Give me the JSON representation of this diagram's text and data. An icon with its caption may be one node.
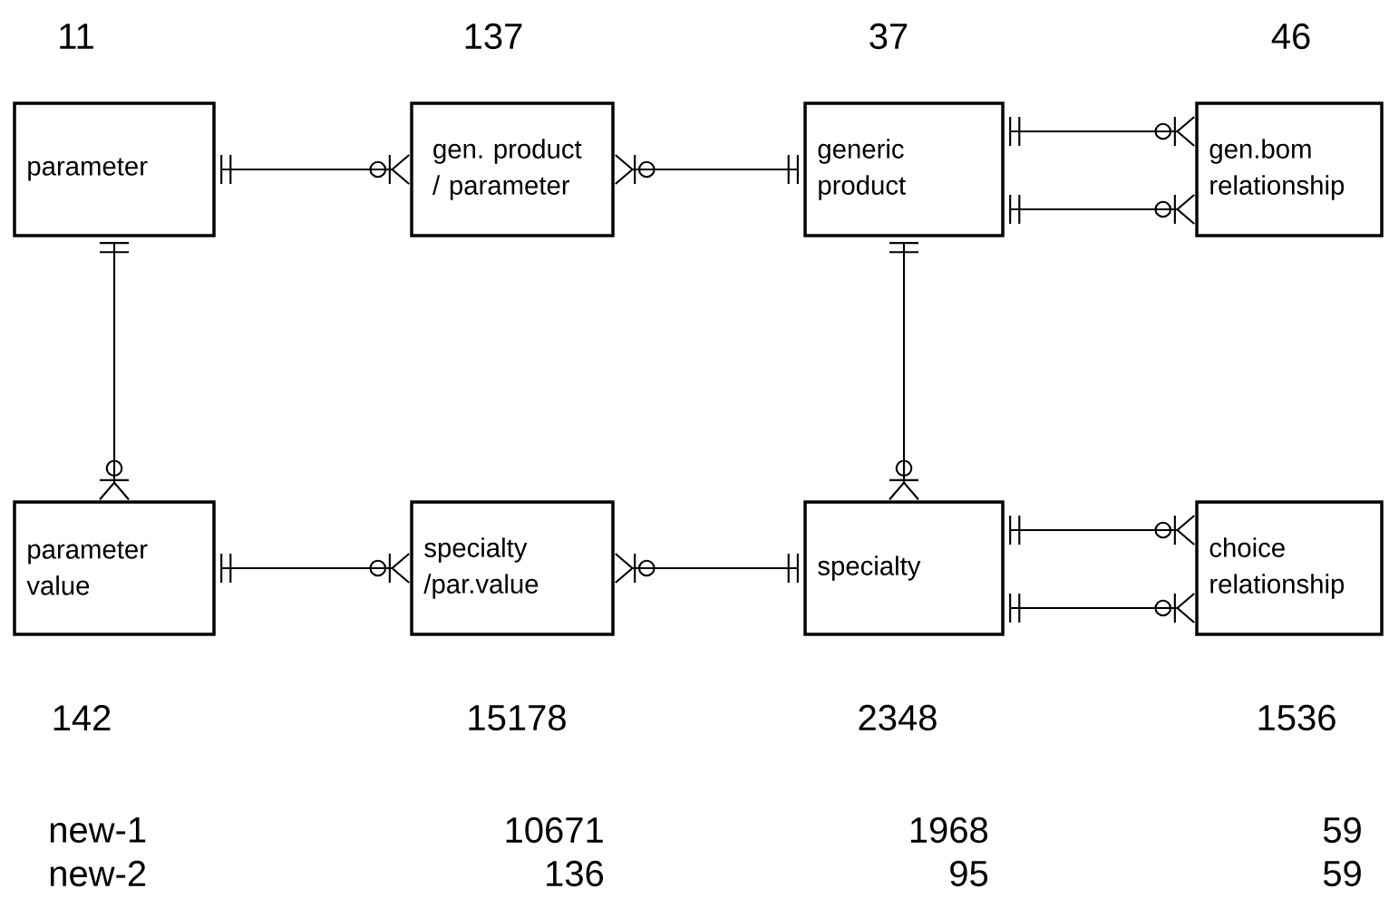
{
  "diagram": {
    "nodes": [
      {
        "text": [
          "parameter"
        ],
        "beside": [
          "11"
        ]
      },
      {
        "text": [
          "gen. product / parameter"
        ],
        "beside": [
          "137"
        ]
      },
      {
        "text": [
          "generic product"
        ],
        "beside": [
          "37"
        ]
      },
      {
        "text": [
          "gen.bom relationship"
        ],
        "beside": [
          "46"
        ]
      },
      {
        "text": [
          "parameter value"
        ],
        "beside": [
          "142"
        ]
      },
      {
        "text": [
          "specialty /par.value"
        ],
        "beside": [
          "15178"
        ]
      },
      {
        "text": [
          "specialty"
        ],
        "beside": [
          "2348"
        ]
      },
      {
        "text": [
          "choice relationship"
        ],
        "beside": [
          "1536"
        ]
      }
    ],
    "edges": [
      {
        "from": 0,
        "to": 1,
        "arrow": "other"
      },
      {
        "from": 2,
        "to": 1,
        "arrow": "other"
      },
      {
        "from": 0,
        "to": 4,
        "arrow": "other"
      },
      {
        "from": 2,
        "to": 6,
        "arrow": "other"
      },
      {
        "from": 2,
        "to": 3,
        "arrow": "other"
      },
      {
        "from": 2,
        "to": 3,
        "arrow": "other"
      },
      {
        "from": 4,
        "to": 5,
        "arrow": "other"
      },
      {
        "from": 6,
        "to": 5,
        "arrow": "other"
      },
      {
        "from": 6,
        "to": 7,
        "arrow": "other"
      },
      {
        "from": 6,
        "to": 7,
        "arrow": "other"
      }
    ],
    "labels": [
      "new-1",
      "10671",
      "1968",
      "59",
      "new-2",
      "136",
      "95",
      "59"
    ]
  }
}
